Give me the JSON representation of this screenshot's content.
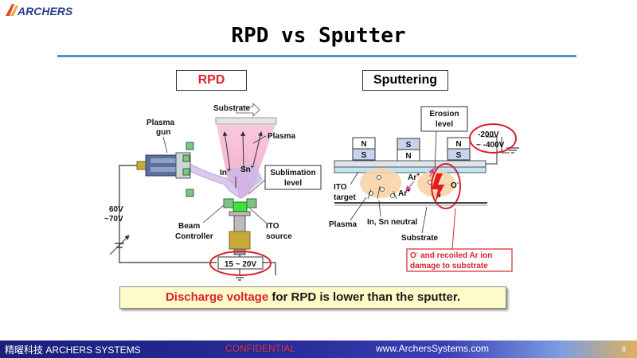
{
  "header": {
    "logo_text": "ARCHERS",
    "title": "RPD vs Sputter"
  },
  "rpd": {
    "label": "RPD",
    "substrate": "Substrate",
    "plasma": "Plasma",
    "plasma_gun": [
      "Plasma",
      "gun"
    ],
    "in_ion": "In",
    "sn_ion": "Sn",
    "sublimation": [
      "Sublimation",
      "level"
    ],
    "voltage_left": [
      "60V",
      "~70V"
    ],
    "beam_controller": [
      "Beam",
      "Controller"
    ],
    "ito_source": [
      "ITO",
      "source"
    ],
    "voltage_bottom": "15 ~ 20V"
  },
  "sputter": {
    "label": "Sputtering",
    "erosion": [
      "Erosion",
      "level"
    ],
    "voltage": [
      "-200V",
      "~ -400V"
    ],
    "magnets": [
      [
        "N",
        "S"
      ],
      [
        "S",
        "N"
      ],
      [
        "N",
        "S"
      ]
    ],
    "ar_ion": "Ar",
    "o_ion": "O",
    "ito_target": [
      "ITO",
      "target"
    ],
    "plasma": "Plasma",
    "in_sn_neutral": "In, Sn neutral",
    "substrate": "Substrate",
    "damage_note": [
      "and recoiled Ar ion",
      "damage to substrate"
    ]
  },
  "callout": {
    "highlight": "Discharge voltage",
    "rest": " for RPD is lower than the sputter."
  },
  "footer": {
    "left": "精曜科技 ARCHERS SYSTEMS",
    "center": "CONFIDENTIAL",
    "right": "www.ArchersSystems.com",
    "page": "8"
  },
  "colors": {
    "accent_blue": "#5b8fc9",
    "red": "#e0202a",
    "plasma_pink": "#f3b2cf"
  }
}
